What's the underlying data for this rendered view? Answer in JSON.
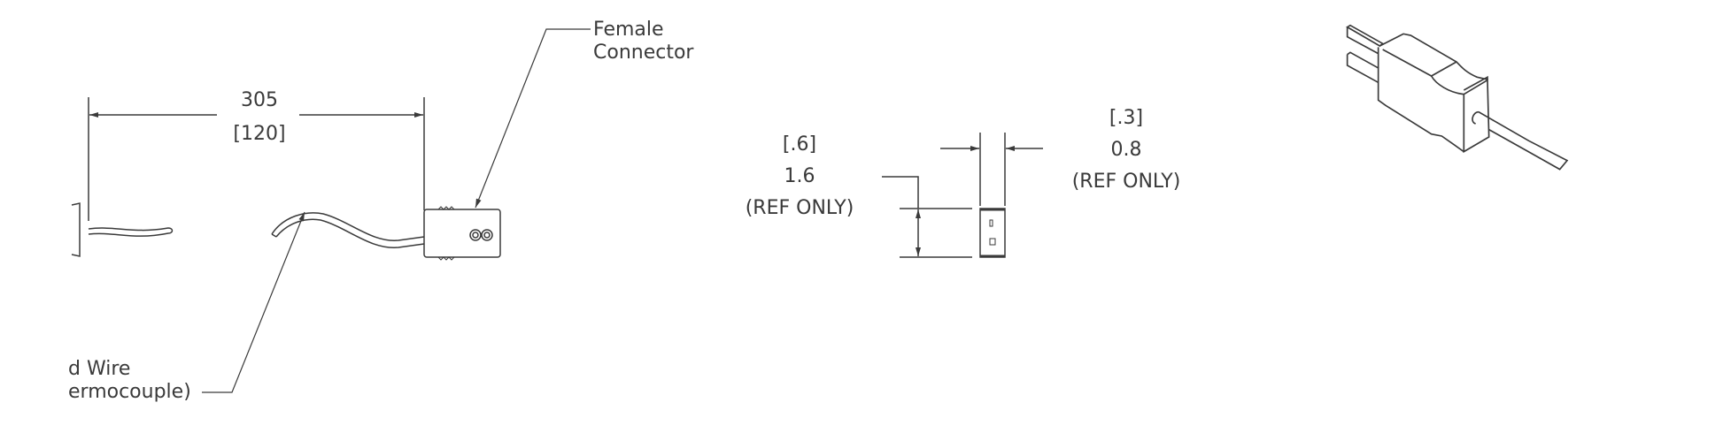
{
  "callouts": {
    "female_connector": [
      "Female",
      "Connector"
    ],
    "wire": [
      "d Wire",
      "ermocouple)"
    ]
  },
  "dimensions": {
    "length": {
      "mm": "305",
      "inch": "[120]"
    },
    "height": {
      "inch": "[.6]",
      "mm": "1.6",
      "note": "(REF ONLY)"
    },
    "width": {
      "inch": "[.3]",
      "mm": "0.8",
      "note": "(REF ONLY)"
    }
  },
  "colors": {
    "line": "#3a3a3a",
    "background": "#ffffff"
  }
}
